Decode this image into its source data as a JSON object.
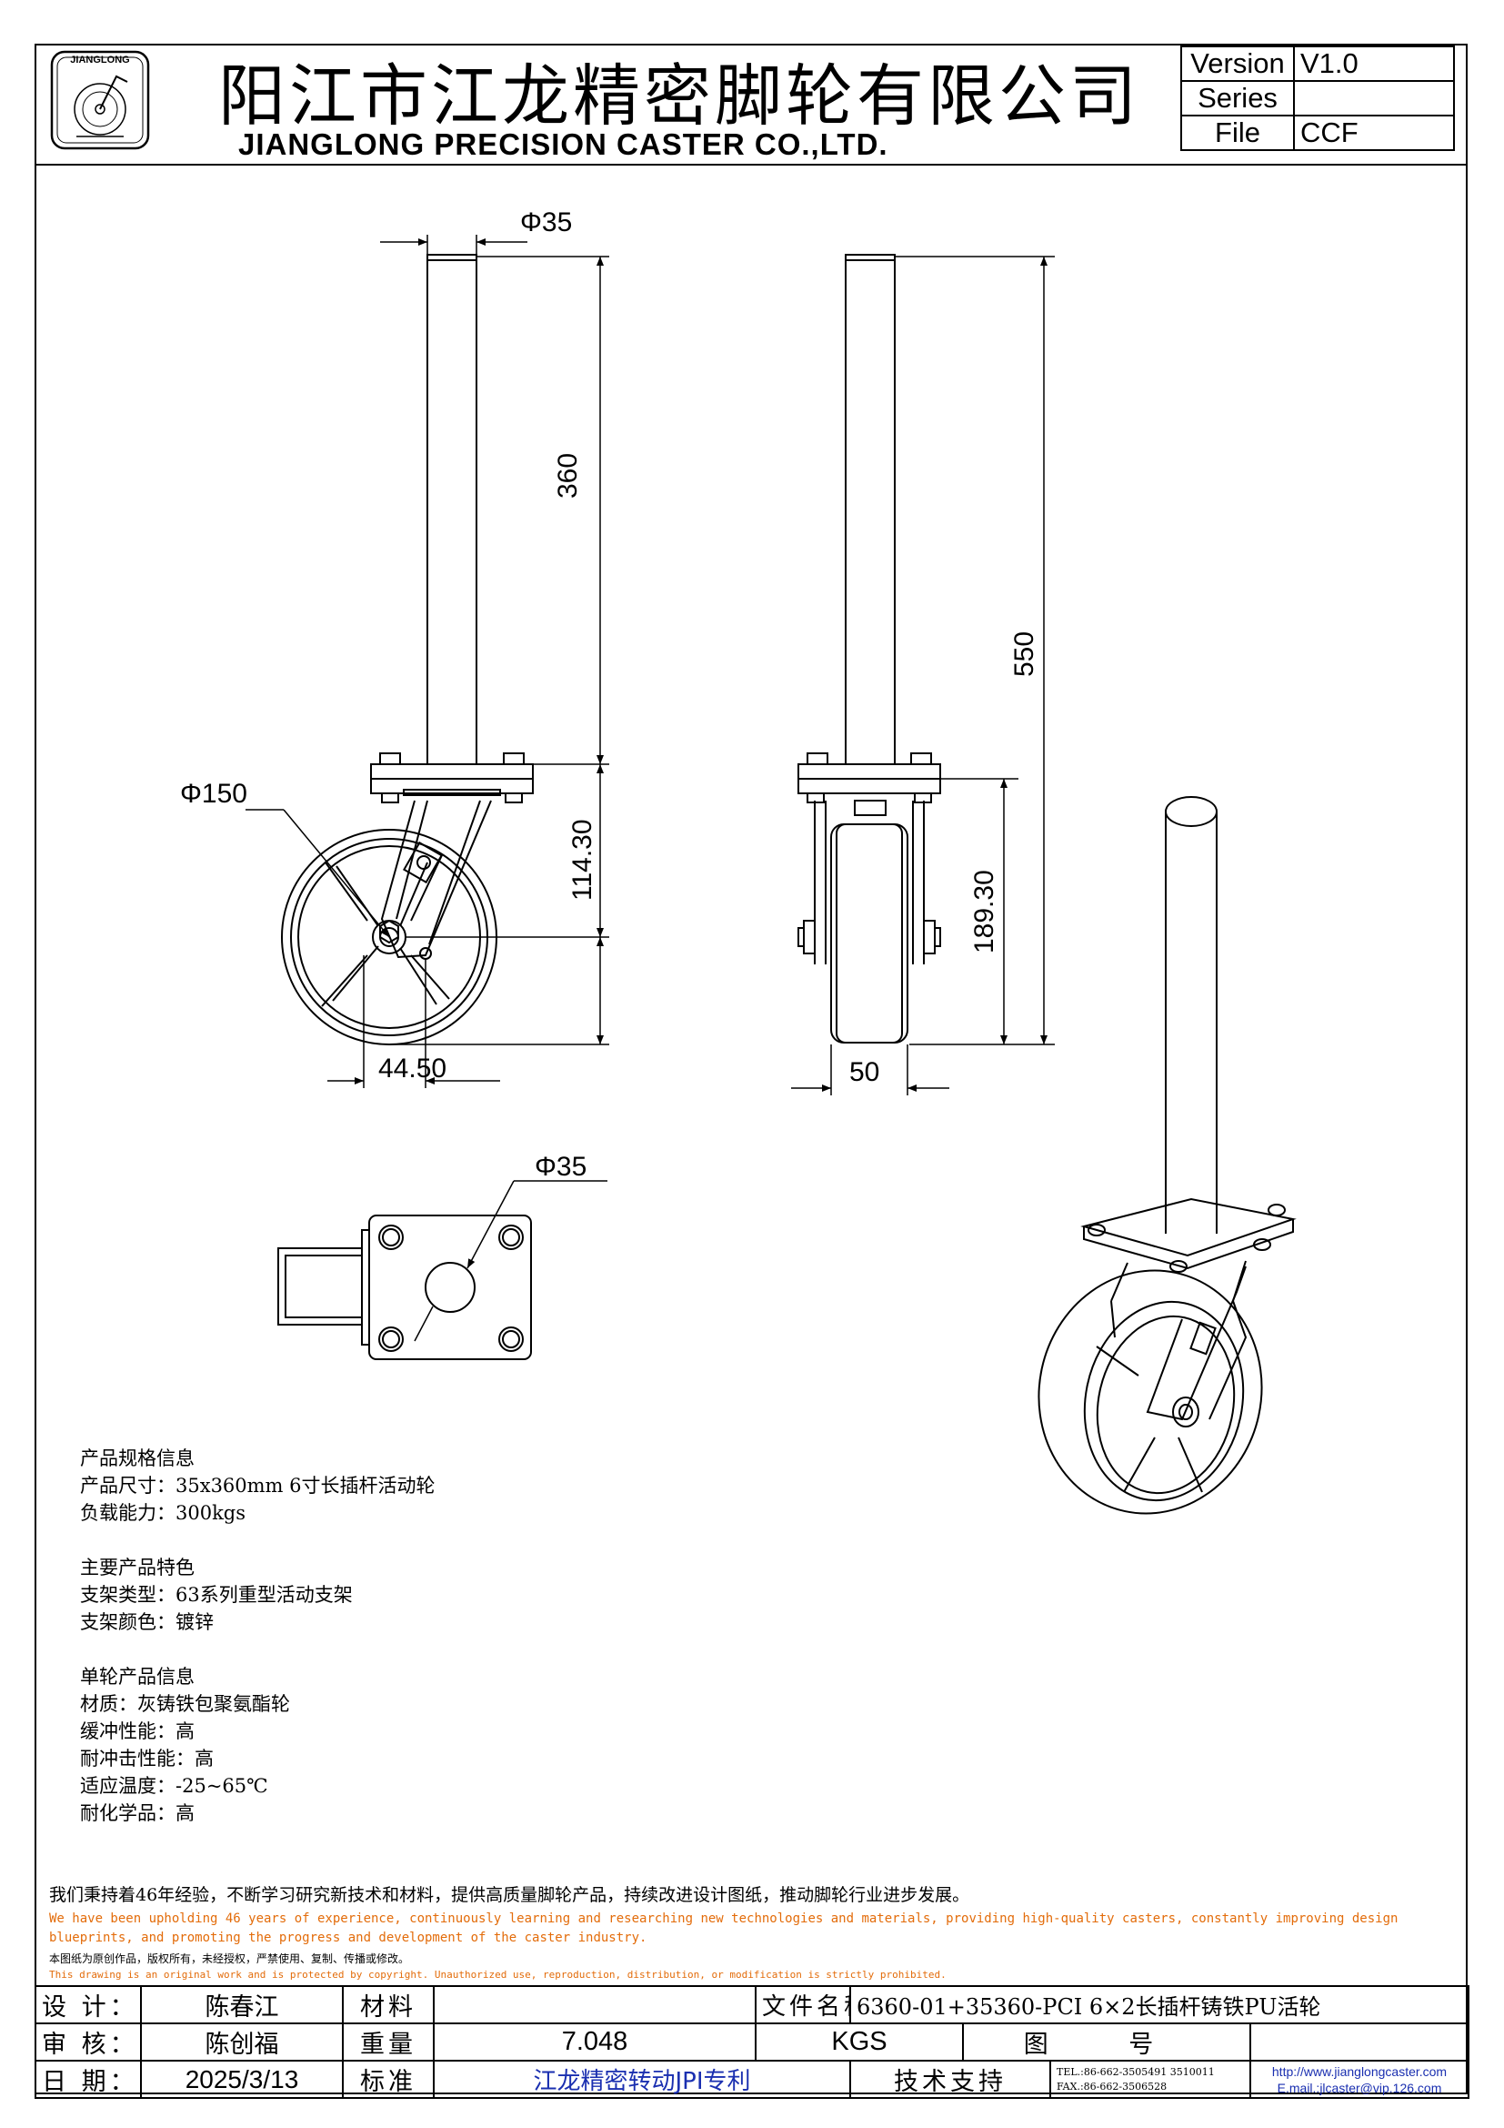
{
  "header": {
    "logo_text": "JIANGLONG",
    "title_cn": "阳江市江龙精密脚轮有限公司",
    "title_en": "JIANGLONG PRECISION CASTER CO.,LTD.",
    "version_table": [
      {
        "label": "Version",
        "value": "V1.0"
      },
      {
        "label": "Series",
        "value": ""
      },
      {
        "label": "File",
        "value": "CCF"
      }
    ]
  },
  "dimensions": {
    "stem_diameter_front": "Φ35",
    "stem_length": "360",
    "swivel_height": "114.30",
    "wheel_diameter": "Φ150",
    "offset": "44.50",
    "total_height": "550",
    "wheel_center_height": "189.30",
    "wheel_width": "50",
    "stem_diameter_top": "Φ35"
  },
  "specs": {
    "groups": [
      {
        "lines": [
          "产品规格信息",
          "产品尺寸：35x360mm 6寸长插杆活动轮",
          "负载能力：300kgs"
        ]
      },
      {
        "lines": [
          "主要产品特色",
          "支架类型：63系列重型活动支架",
          "支架颜色：镀锌"
        ]
      },
      {
        "lines": [
          "单轮产品信息",
          "材质：灰铸铁包聚氨酯轮",
          "缓冲性能：高",
          "耐冲击性能：高",
          "适应温度：-25~65℃",
          "耐化学品：高"
        ]
      }
    ]
  },
  "statement": {
    "cn_main": "我们秉持着46年经验，不断学习研究新技术和材料，提供高质量脚轮产品，持续改进设计图纸，推动脚轮行业进步发展。",
    "en_main": "We have been upholding 46 years of experience, continuously learning and researching new technologies and materials, providing high-quality casters, constantly improving design blueprints, and promoting the progress and development of the caster industry.",
    "cn_copyright": "本图纸为原创作品，版权所有，未经授权，严禁使用、复制、传播或修改。",
    "en_copyright": "This drawing is an original work and is protected by copyright. Unauthorized use, reproduction, distribution, or modification is strictly prohibited."
  },
  "title_block": {
    "design_label": "设 计：",
    "designer": "陈春江",
    "material_label": "材料",
    "material": "",
    "filename_label": "文件名称",
    "filename": "6360-01+35360-PCI 6×2长插杆铸铁PU活轮",
    "review_label": "审 核：",
    "reviewer": "陈创福",
    "weight_label": "重量",
    "weight": "7.048",
    "weight_unit": "KGS",
    "drawing_no_label": "图 号",
    "drawing_no": "",
    "date_label": "日 期：",
    "date": "2025/3/13",
    "standard_label": "标准",
    "standard": "江龙精密转动JPI专利",
    "support_label": "技术支持",
    "tel": "TEL.:86-662-3505491 3510011",
    "fax": "FAX.:86-662-3506528",
    "website": "http://www.jianglongcaster.com",
    "email": "E.mail.:jlcaster@vip.126.com"
  }
}
